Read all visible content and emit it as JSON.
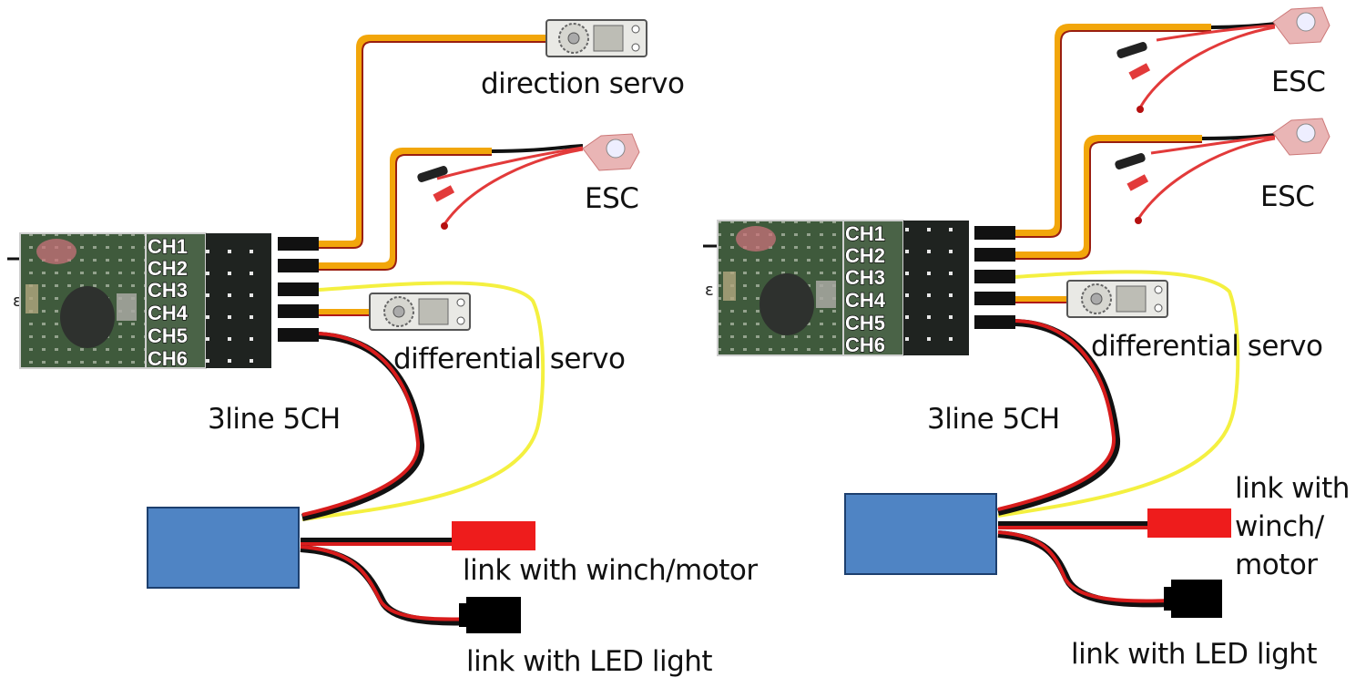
{
  "colors": {
    "background": "#ffffff",
    "signal_wire_orange": "#f2a60a",
    "wire_red": "#d81c1c",
    "wire_black": "#111111",
    "wire_yellow": "#f4f040",
    "esc_box_blue": "#4f84c4",
    "esc_box_border": "#1d3f6e",
    "pcb_green": "#3f5a3c",
    "connector_red": "#ee1c1c",
    "connector_black": "#000000",
    "esc_board_pink": "#e9b5b5",
    "servo_gray": "#8a8a86"
  },
  "diagrams": [
    {
      "id": "left",
      "receiver": {
        "channels": [
          "CH1",
          "CH2",
          "CH3",
          "CH4",
          "CH5",
          "CH6"
        ]
      },
      "top_device_1": {
        "type": "servo",
        "label": "direction servo"
      },
      "top_device_2": {
        "type": "esc",
        "label": "ESC"
      },
      "diff_servo": {
        "label": "differential servo"
      },
      "cable_label": "3line 5CH",
      "outputs": {
        "winch_label": "link with winch/motor",
        "led_label": "link with LED light"
      }
    },
    {
      "id": "right",
      "receiver": {
        "channels": [
          "CH1",
          "CH2",
          "CH3",
          "CH4",
          "CH5",
          "CH6"
        ]
      },
      "top_device_1": {
        "type": "esc",
        "label": "ESC"
      },
      "top_device_2": {
        "type": "esc",
        "label": "ESC"
      },
      "diff_servo": {
        "label": "differential servo"
      },
      "cable_label": "3line  5CH",
      "outputs": {
        "winch_label_lines": [
          "link with",
          "winch/",
          "motor"
        ],
        "led_label": "link with LED light"
      }
    }
  ]
}
